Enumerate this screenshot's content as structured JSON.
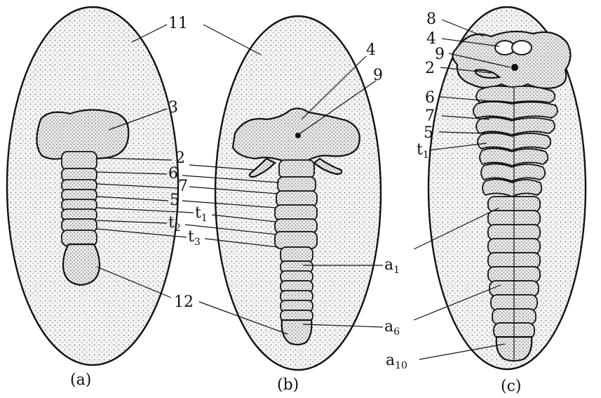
{
  "panels": [
    {
      "id": "a",
      "caption": "(a)"
    },
    {
      "id": "b",
      "caption": "(b)"
    },
    {
      "id": "c",
      "caption": "(c)"
    }
  ],
  "labels": {
    "l11": "11",
    "l3": "3",
    "l2a": "2",
    "l6a": "6",
    "l7b": "7",
    "l5a": "5",
    "t1": "t",
    "t1_sub": "1",
    "t2": "t",
    "t2_sub": "2",
    "t3": "t",
    "t3_sub": "3",
    "l12": "12",
    "l4b": "4",
    "l9b": "9",
    "a1": "a",
    "a1_sub": "1",
    "a6": "a",
    "a6_sub": "6",
    "l8c": "8",
    "l4c": "4",
    "l9c": "9",
    "l2c": "2",
    "l6c": "6",
    "l7c": "7",
    "l5c": "5",
    "t1c": "t",
    "t1c_sub": "1",
    "a10": "a",
    "a10_sub": "10"
  },
  "colors": {
    "ink": "#111111",
    "paper": "#ffffff"
  }
}
